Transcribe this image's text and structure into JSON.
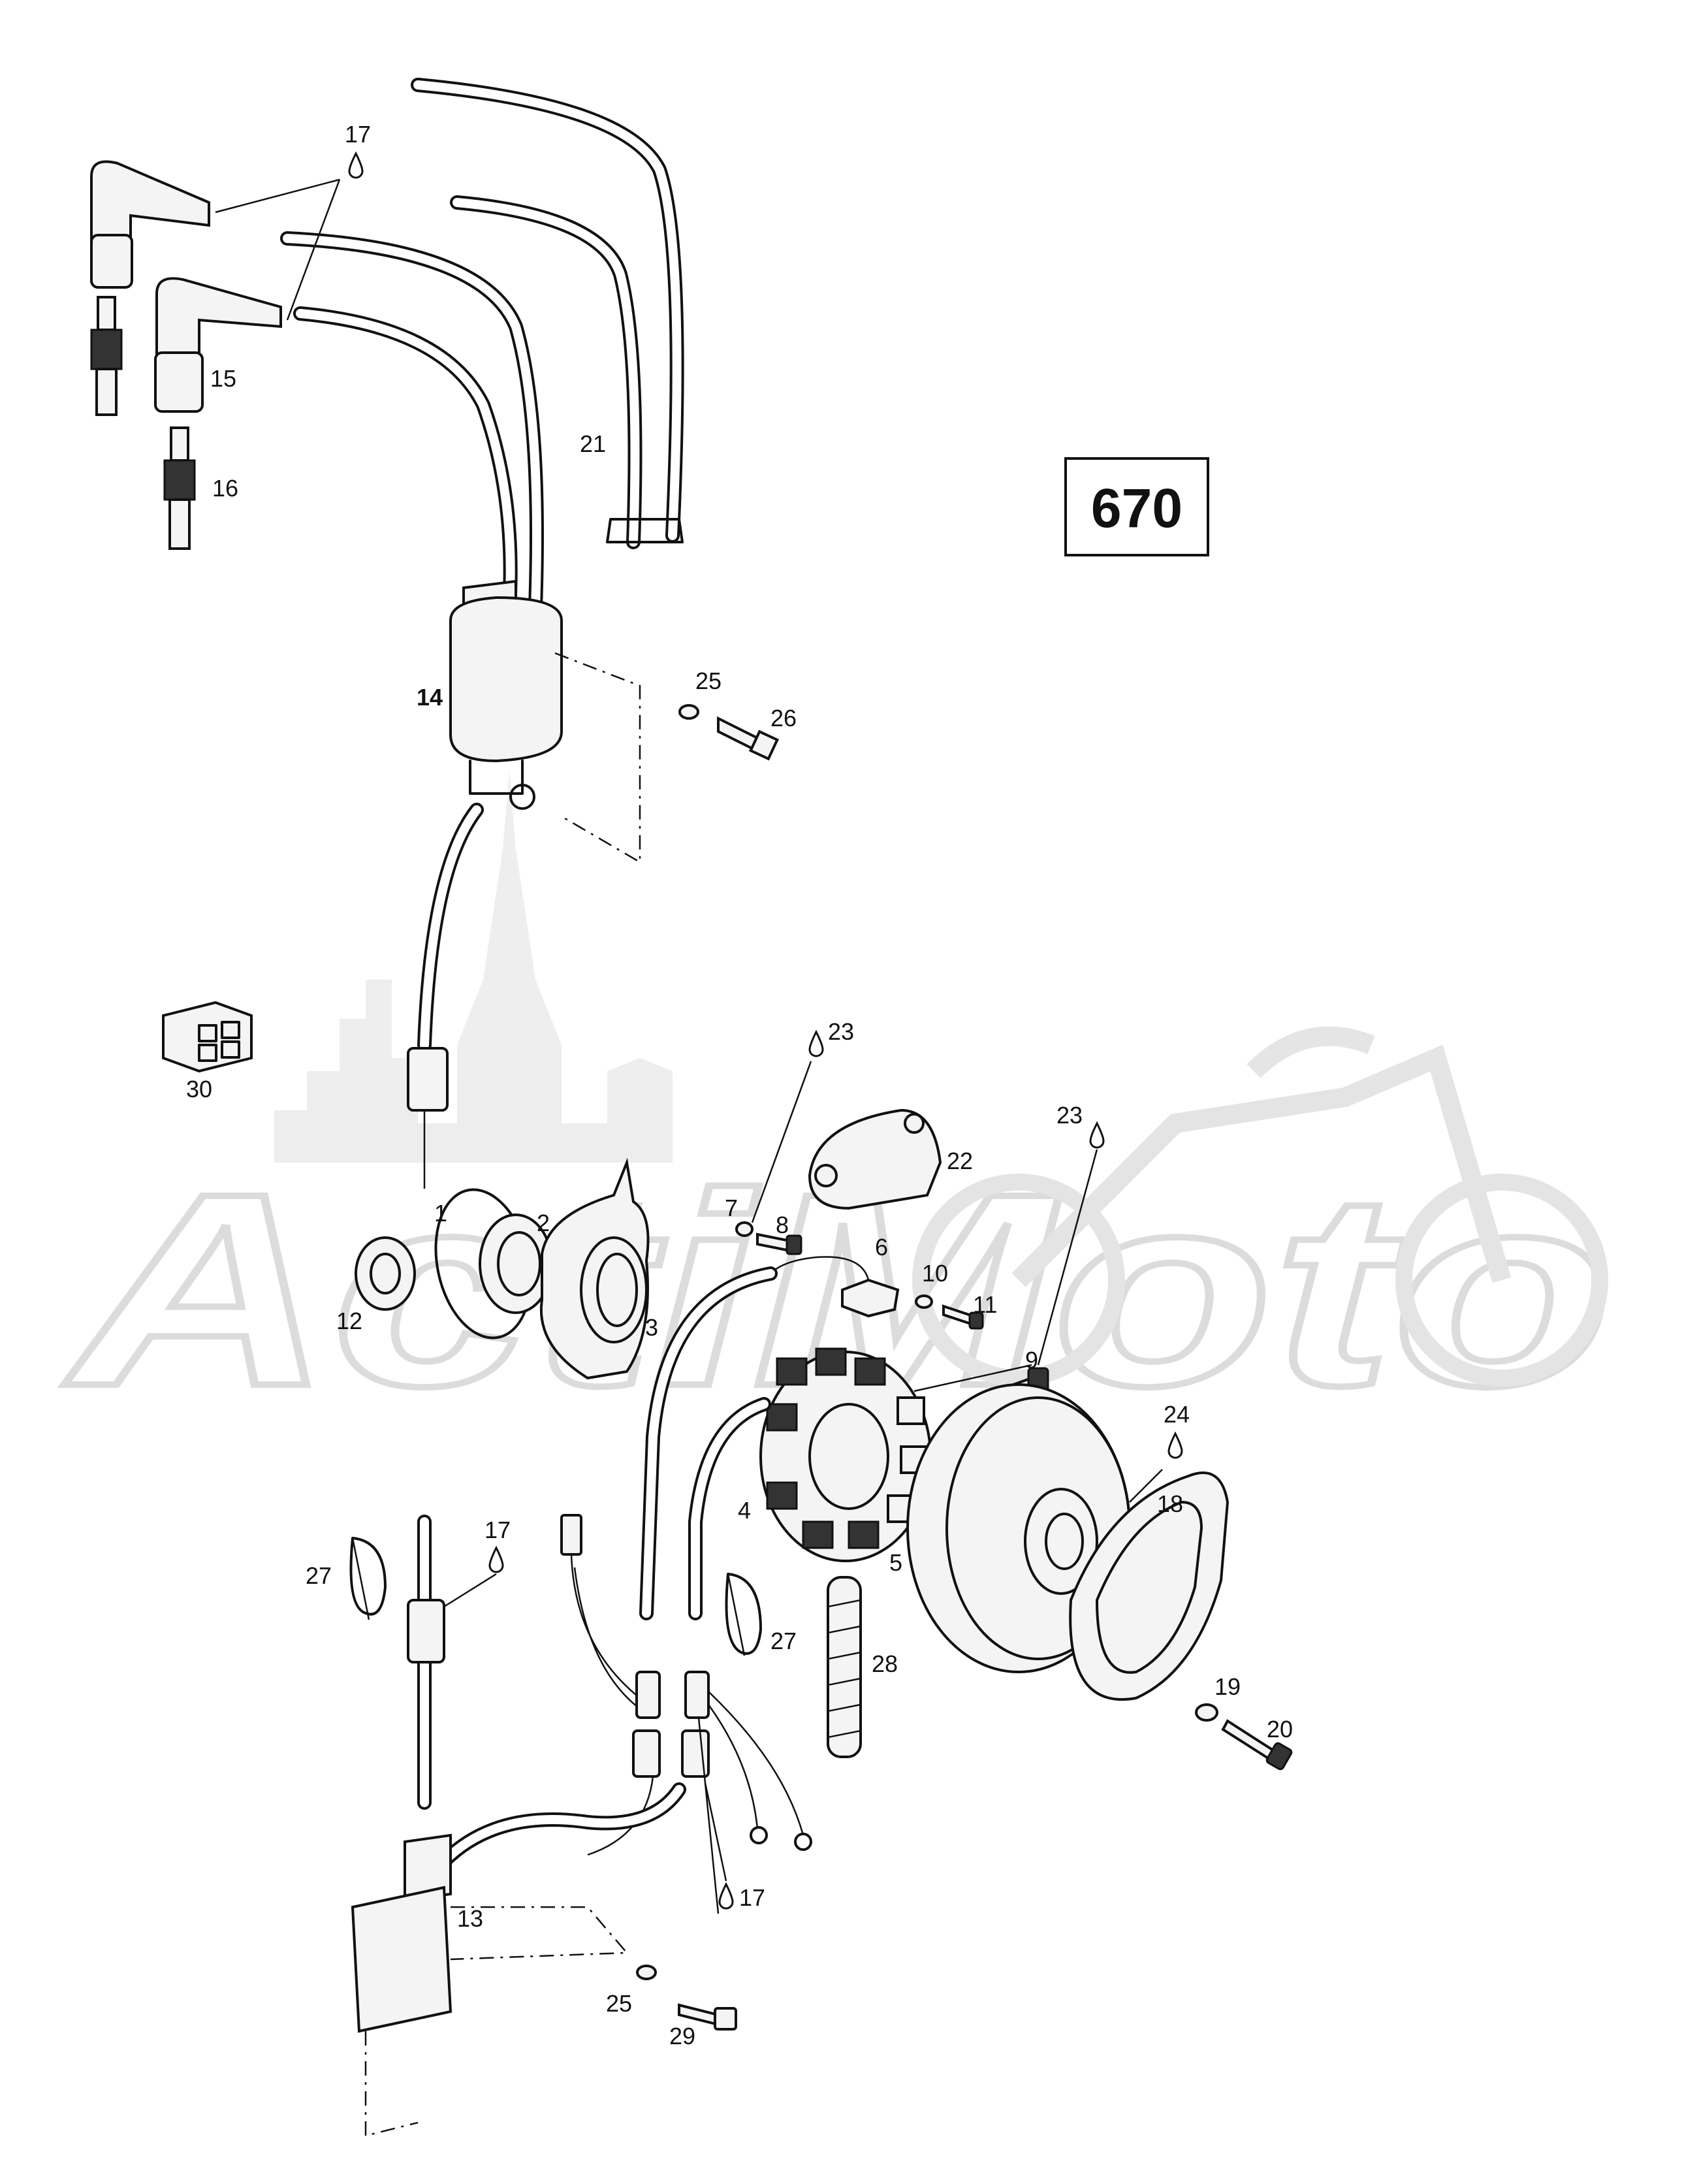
{
  "reference_box": {
    "label": "670"
  },
  "watermark": {
    "text": "ActiMoto"
  },
  "callouts": [
    {
      "id": "c1",
      "text": "1"
    },
    {
      "id": "c2",
      "text": "2"
    },
    {
      "id": "c3",
      "text": "3"
    },
    {
      "id": "c4",
      "text": "4"
    },
    {
      "id": "c5",
      "text": "5"
    },
    {
      "id": "c6",
      "text": "6"
    },
    {
      "id": "c7",
      "text": "7"
    },
    {
      "id": "c8",
      "text": "8"
    },
    {
      "id": "c9",
      "text": "9"
    },
    {
      "id": "c10",
      "text": "10"
    },
    {
      "id": "c11",
      "text": "11"
    },
    {
      "id": "c12",
      "text": "12"
    },
    {
      "id": "c13",
      "text": "13"
    },
    {
      "id": "c14",
      "text": "14"
    },
    {
      "id": "c15",
      "text": "15"
    },
    {
      "id": "c16",
      "text": "16"
    },
    {
      "id": "c17a",
      "text": "17"
    },
    {
      "id": "c17b",
      "text": "17"
    },
    {
      "id": "c17c",
      "text": "17"
    },
    {
      "id": "c18",
      "text": "18"
    },
    {
      "id": "c19",
      "text": "19"
    },
    {
      "id": "c20",
      "text": "20"
    },
    {
      "id": "c21",
      "text": "21"
    },
    {
      "id": "c22",
      "text": "22"
    },
    {
      "id": "c23a",
      "text": "23"
    },
    {
      "id": "c23b",
      "text": "23"
    },
    {
      "id": "c24",
      "text": "24"
    },
    {
      "id": "c25a",
      "text": "25"
    },
    {
      "id": "c25b",
      "text": "25"
    },
    {
      "id": "c26",
      "text": "26"
    },
    {
      "id": "c27a",
      "text": "27"
    },
    {
      "id": "c27b",
      "text": "27"
    },
    {
      "id": "c28",
      "text": "28"
    },
    {
      "id": "c29",
      "text": "29"
    },
    {
      "id": "c30",
      "text": "30"
    }
  ]
}
